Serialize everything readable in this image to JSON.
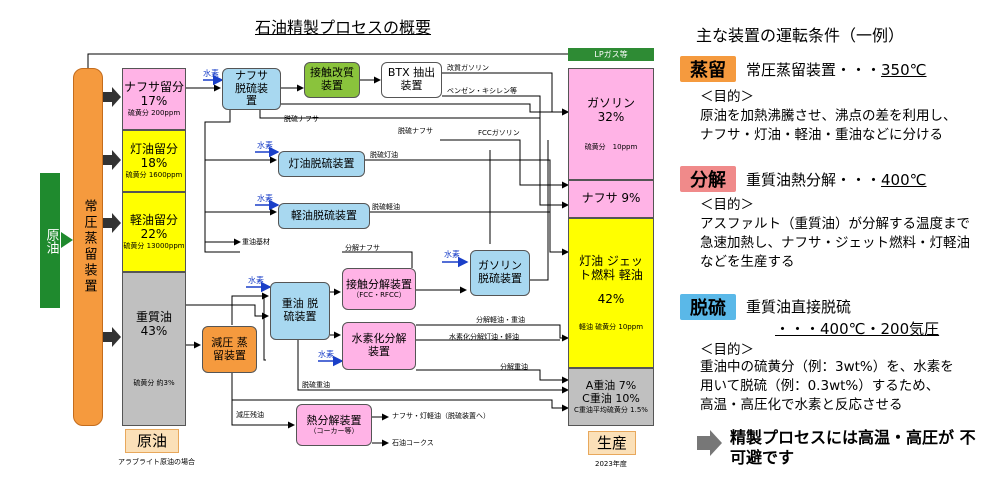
{
  "diagram": {
    "title": "石油精製プロセスの概要",
    "crude": "原油",
    "atm_distillation": "常圧蒸留装置",
    "fractions": [
      {
        "name": "ナフサ留分",
        "pct": "17%",
        "sulfur": "硫黄分 200ppm"
      },
      {
        "name": "灯油留分",
        "pct": "18%",
        "sulfur": "硫黄分 1600ppm"
      },
      {
        "name": "軽油留分",
        "pct": "22%",
        "sulfur": "硫黄分 13000ppm"
      },
      {
        "name": "重質油",
        "pct": "43%",
        "sulfur": "硫黄分 約3%"
      }
    ],
    "crude_label": "原油",
    "crude_note": "アラブライト原油の場合",
    "hydrogen": "水素",
    "units": {
      "naphtha_hds": "ナフサ 脱硫装置",
      "reformer": "接触改質 装置",
      "btx": "BTX 抽出装置",
      "kerosene_hds": "灯油脱硫装置",
      "gasoil_hds": "軽油脱硫装置",
      "vacuum": "減圧 蒸留装置",
      "resid_hds": "重油 脱硫装置",
      "fcc": "接触分解装置",
      "fcc_sub": "（FCC・RFCC）",
      "hydrocracker": "水素化分解 装置",
      "gasoline_hds": "ガソリン 脱硫装置",
      "thermal": "熱分解装置",
      "thermal_sub": "（コーカー等）"
    },
    "stream_labels": {
      "reformed_gasoline": "改質ガソリン",
      "benzene": "ベンゼン・キシレン等",
      "desulf_naphtha": "脱硫ナフサ",
      "desulf_naphtha2": "脱硫ナフサ",
      "fcc_gasoline": "FCCガソリン",
      "desulf_kerosene": "脱硫灯油",
      "desulf_gasoil": "脱硫軽油",
      "heavy_base": "重油基材",
      "cracked_naphtha": "分解ナフサ",
      "cracked_gasoil": "分解軽油・重油",
      "hc_kerosene": "水素化分解灯油・軽油",
      "cracked_fuel": "分解重油",
      "desulf_fuel": "脱硫重油",
      "vac_resid": "減圧残油",
      "thermal_out": "ナフサ・灯軽油（脱硫装置へ）",
      "coke": "石油コークス"
    },
    "products": {
      "lpg": "LPガス等",
      "gasoline": "ガソリン",
      "gasoline_pct": "32%",
      "gasoline_sulfur": "硫黄分　10ppm",
      "naphtha": "ナフサ 9%",
      "middle": "灯油 ジェット燃料 軽油",
      "middle_pct": "42%",
      "middle_sulfur": "軽油 硫黄分 10ppm",
      "a_fuel": "A重油 7%",
      "c_fuel": "C重油 10%",
      "c_fuel_sulfur": "C重油平均硫黄分 1.5%",
      "label": "生産",
      "year": "2023年度"
    }
  },
  "panel": {
    "title": "主な装置の運転条件（一例）",
    "items": [
      {
        "tag": "蒸留",
        "tag_color": "#f59a3e",
        "condition": "常圧蒸留装置・・・",
        "value": "350℃",
        "purpose_label": "＜目的＞",
        "lines": [
          "原油を加熱沸騰させ、沸点の差を利用し、",
          "ナフサ・灯油・軽油・重油などに分ける"
        ]
      },
      {
        "tag": "分解",
        "tag_color": "#f08a8a",
        "condition": "重質油熱分解・・・",
        "value": "400℃",
        "purpose_label": "＜目的＞",
        "lines": [
          "アスファルト（重質油）が分解する温度まで",
          "急速加熱し、ナフサ・ジェット燃料・灯軽油",
          "などを生産する"
        ]
      },
      {
        "tag": "脱硫",
        "tag_color": "#5ab8e8",
        "condition": "重質油直接脱硫",
        "value": "・・・400℃・200気圧",
        "purpose_label": "＜目的＞",
        "lines": [
          "重油中の硫黄分（例：3wt%）を、水素を",
          "用いて脱硫（例：0.3wt%）するため、",
          "高温・高圧化で水素と反応させる"
        ]
      }
    ],
    "conclusion": "精製プロセスには高温・高圧が 不可避です"
  },
  "colors": {
    "orange": "#f59a3e",
    "pink": "#ffb3e6",
    "yellow": "#ffff00",
    "gray": "#c0c0c0",
    "blue": "#a8d8f0",
    "green": "#8ac33c",
    "lpg": "#2e8b34",
    "crude": "#1f8a2e"
  }
}
